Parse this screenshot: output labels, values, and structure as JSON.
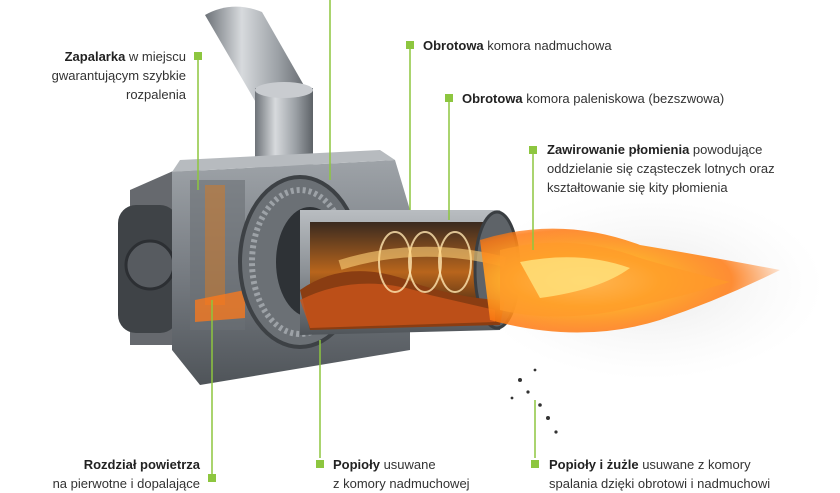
{
  "colors": {
    "accent": "#8dc63f",
    "metal": "#8a8f95",
    "flame": "#ff8a1a"
  },
  "callouts": {
    "igniter": {
      "bold": "Zapalarka",
      "text": " w miejscu",
      "line2": "gwarantującym szybkie",
      "line3": "rozpalenia"
    },
    "blower": {
      "bold": "Obrotowa",
      "text": " komora nadmuchowa"
    },
    "combustion": {
      "bold": "Obrotowa",
      "text": " komora paleniskowa (bezszwowa)"
    },
    "swirl": {
      "bold": "Zawirowanie płomienia",
      "text": " powodujące",
      "line2": "oddzielanie się cząsteczek lotnych oraz",
      "line3": "kształtowanie się kity płomienia"
    },
    "air": {
      "bold": "Rozdział powietrza",
      "line2": "na pierwotne i dopalające"
    },
    "ash1": {
      "bold": "Popioły",
      "text": " usuwane",
      "line2": "z komory nadmuchowej"
    },
    "ash2": {
      "bold": "Popioły i żużle",
      "text": " usuwane z komory",
      "line2": "spalania dzięki obrotowi i nadmuchowi"
    }
  }
}
